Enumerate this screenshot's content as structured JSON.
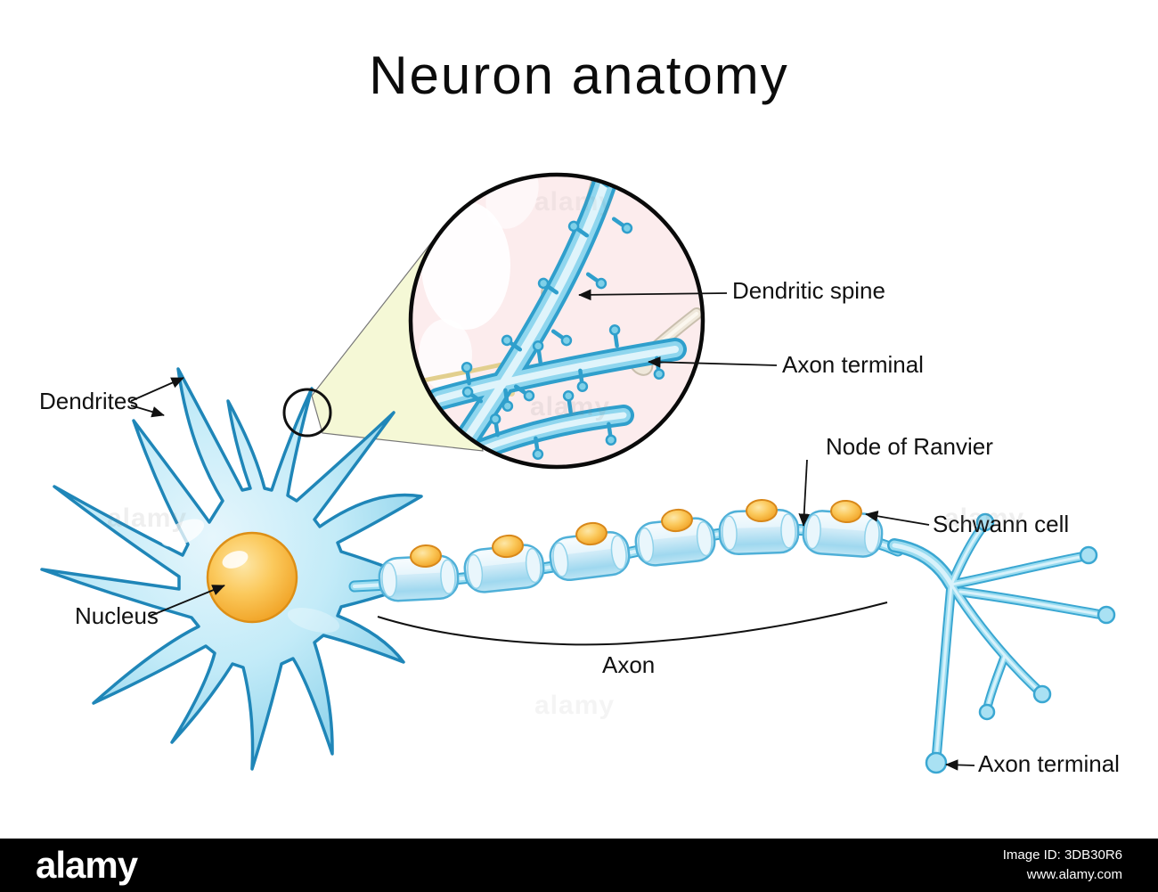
{
  "title": "Neuron anatomy",
  "labels": {
    "dendrites": "Dendrites",
    "nucleus": "Nucleus",
    "dendritic_spine": "Dendritic spine",
    "axon_terminal_top": "Axon terminal",
    "node_of_ranvier": "Node of Ranvier",
    "schwann_cell": "Schwann cell",
    "axon": "Axon",
    "axon_terminal_bottom": "Axon terminal"
  },
  "watermark": {
    "brand": "alamy",
    "image_id": "Image ID: 3DB30R6",
    "url": "www.alamy.com",
    "tile_text": "alamy"
  },
  "colors": {
    "neuron_fill_light": "#c3ebf8",
    "neuron_fill_dark": "#86cfe9",
    "neuron_outline": "#1f86b8",
    "nucleus_light": "#fde7a8",
    "nucleus_dark": "#ef9c1c",
    "myelin_light": "#f4fbfe",
    "myelin_dark": "#9fd8ef",
    "zoom_circle_bg": "#fceced",
    "zoom_cone": "#f5f8d6",
    "footer_bg": "#000000",
    "label_color": "#111111"
  }
}
